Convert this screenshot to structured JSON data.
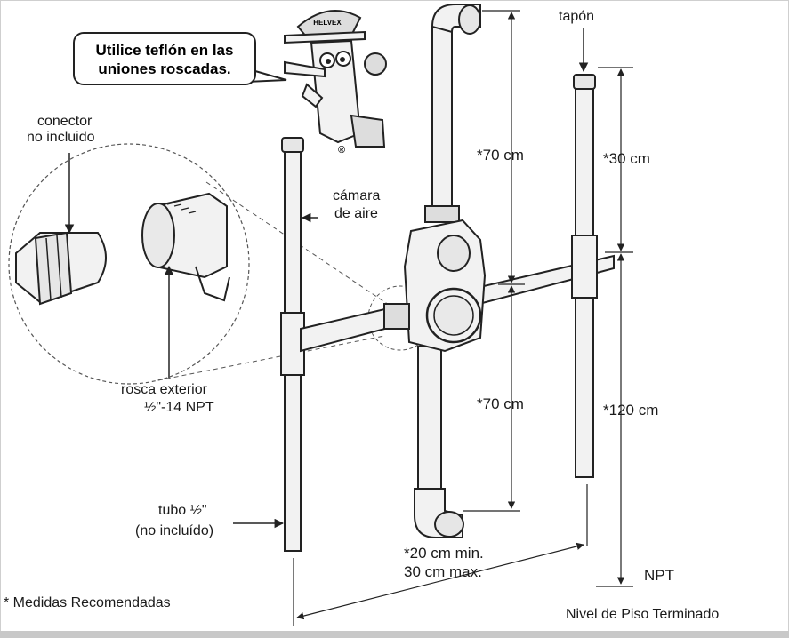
{
  "colors": {
    "line": "#222222",
    "pipe_fill": "#f2f2f2",
    "shade": "#bfbfbf",
    "frame": "#cfcfcf",
    "bottom_bar": "#c8c8c8"
  },
  "speech_bubble": {
    "line1": "Utilice teflón en las",
    "line2": "uniones roscadas."
  },
  "mascot": {
    "cap_text": "HELVEX",
    "mark": "®"
  },
  "labels": {
    "conector_line1": "conector",
    "conector_line2": "no incluido",
    "camara_line1": "cámara",
    "camara_line2": "de aire",
    "rosca_line1": "rosca  exterior",
    "rosca_line2": "½\"-14 NPT",
    "tubo_line1": "tubo ½\"",
    "tubo_line2": "(no incluído)",
    "tapon": "tapón",
    "nivel": "Nivel de Piso Terminado",
    "npt": "NPT",
    "medidas": "* Medidas Recomendadas"
  },
  "dimensions": {
    "top_70": "*70 cm",
    "bottom_70": "*70 cm",
    "cap_30": "*30 cm",
    "floor_120": "*120 cm",
    "spacing_line1": "*20 cm min.",
    "spacing_line2": "30 cm max."
  }
}
